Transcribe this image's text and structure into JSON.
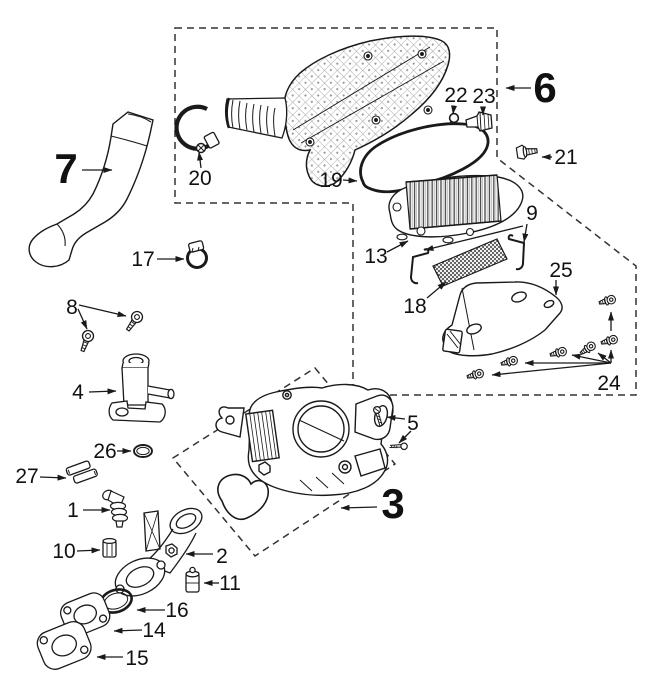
{
  "figure": {
    "background": "#ffffff",
    "line_color": "#1a1a1a",
    "accent_pattern_color": "#8a8a8a"
  },
  "callouts": [
    {
      "num": "7"
    },
    {
      "num": "6"
    },
    {
      "num": "3"
    },
    {
      "num": "20"
    },
    {
      "num": "17"
    },
    {
      "num": "8"
    },
    {
      "num": "4"
    },
    {
      "num": "26"
    },
    {
      "num": "27"
    },
    {
      "num": "1"
    },
    {
      "num": "10"
    },
    {
      "num": "2"
    },
    {
      "num": "11"
    },
    {
      "num": "16"
    },
    {
      "num": "14"
    },
    {
      "num": "15"
    },
    {
      "num": "5"
    },
    {
      "num": "19"
    },
    {
      "num": "22"
    },
    {
      "num": "23"
    },
    {
      "num": "21"
    },
    {
      "num": "13"
    },
    {
      "num": "9"
    },
    {
      "num": "18"
    },
    {
      "num": "25"
    },
    {
      "num": "24"
    }
  ]
}
